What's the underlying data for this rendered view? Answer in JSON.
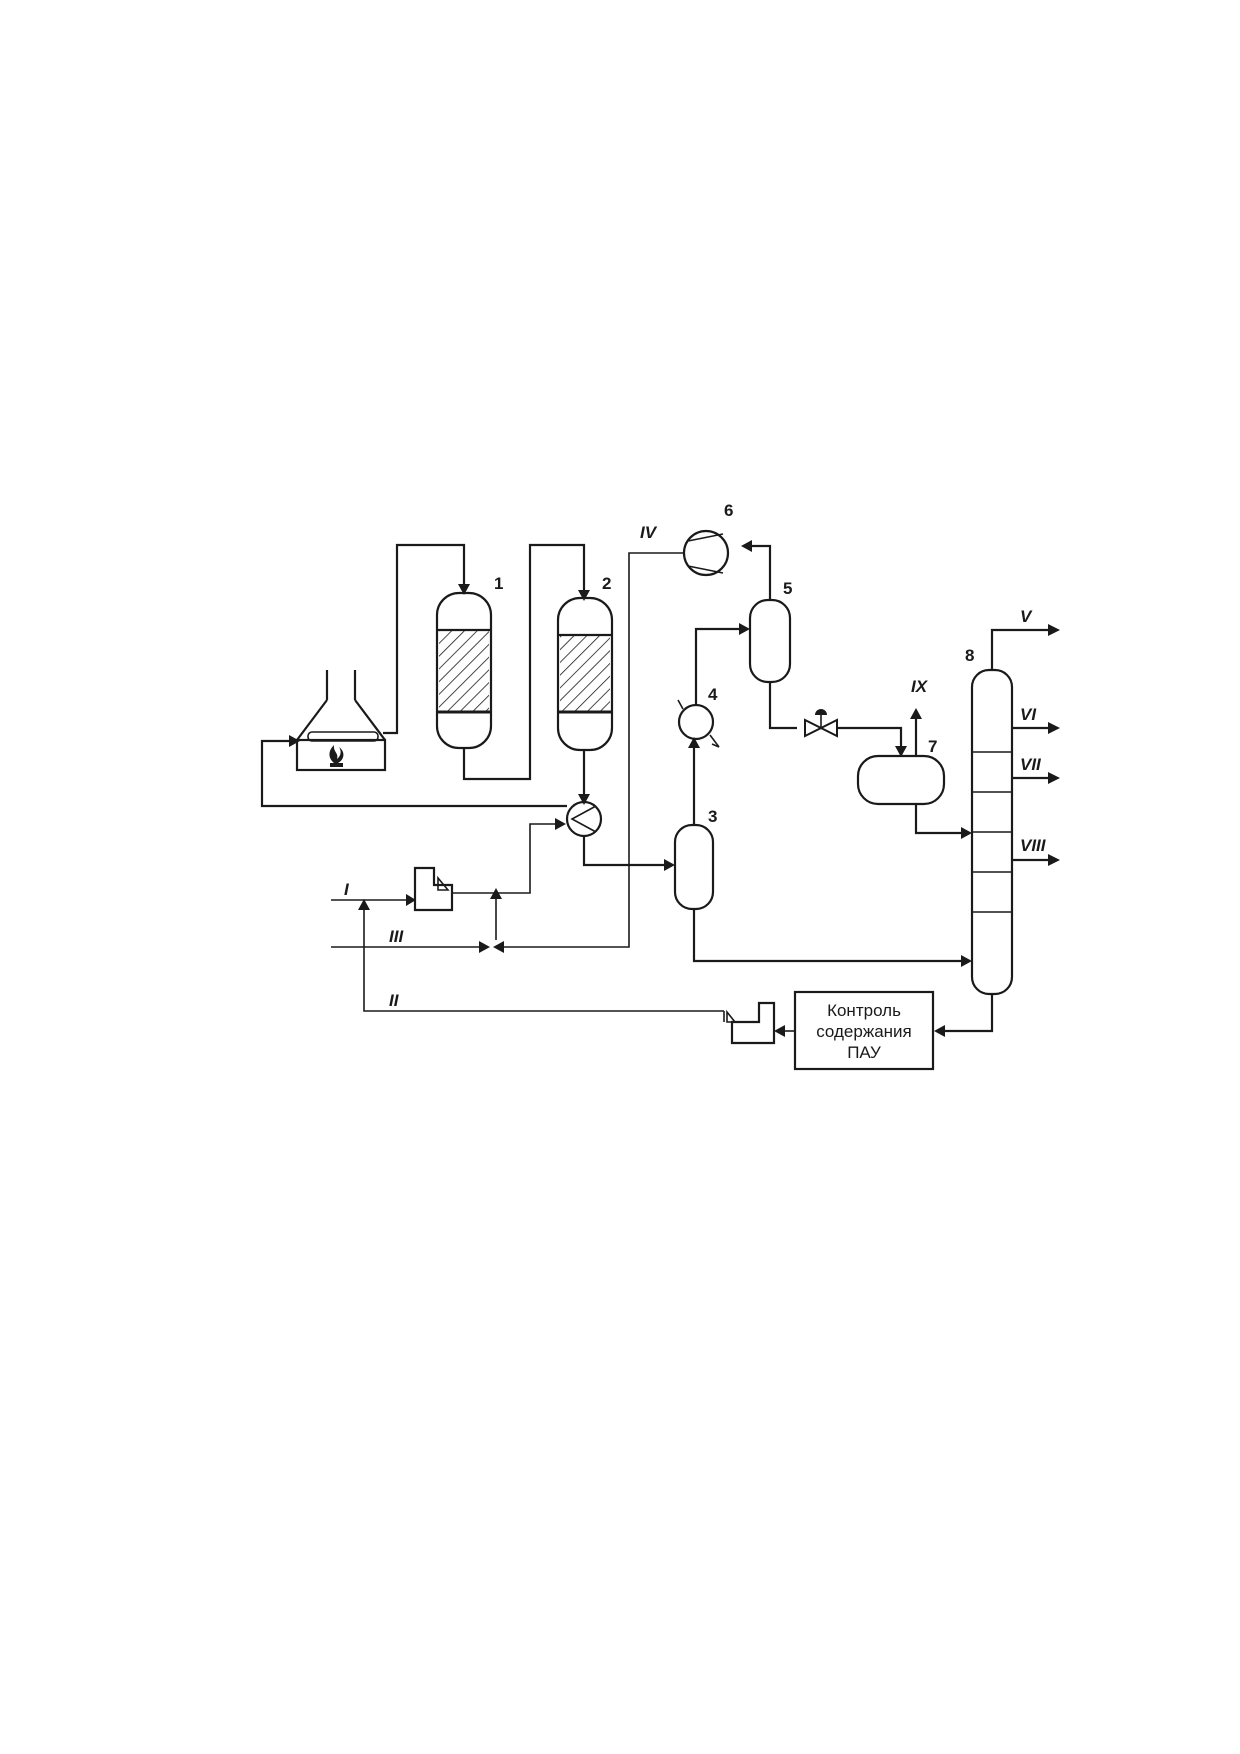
{
  "equipment_numbers": [
    "1",
    "2",
    "3",
    "4",
    "5",
    "6",
    "7",
    "8"
  ],
  "streams": {
    "I": "I",
    "II": "II",
    "III": "III",
    "IV": "IV",
    "V": "V",
    "VI": "VI",
    "VII": "VII",
    "VIII": "VIII",
    "IX": "IX"
  },
  "control_box": {
    "line1": "Контроль",
    "line2": "содержания",
    "line3": "ПАУ"
  }
}
